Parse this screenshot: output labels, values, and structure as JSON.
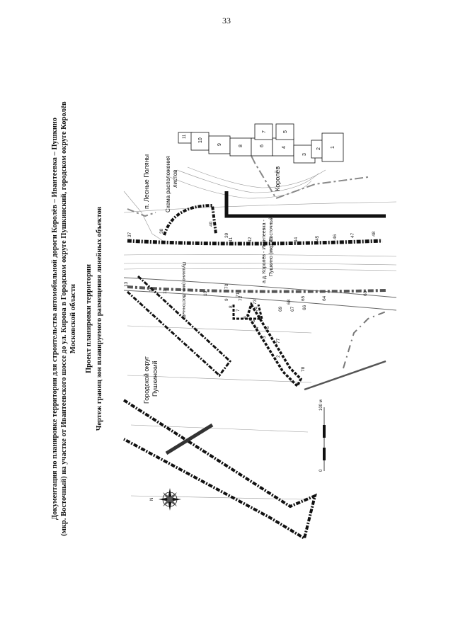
{
  "page_number": "33",
  "title_lines": [
    "Документация по планировке территории для строительства автомобильной дороги Королёв – Ивантеевка – Пушкино",
    "(мкр. Восточный) на участке от Ивантеевского шоссе до ул. Кирова в Городском округе Пушкинский, городском округе Королёв",
    "Московской области",
    "Проект планировки территории",
    "Чертеж границ зон планируемого размещения линейных объектов"
  ],
  "map_labels": {
    "settlement": "п. Лесные Поляны",
    "district_1": "Городской округ",
    "district_2": "Пушкинский",
    "city": "Королёв",
    "road_1": "а.д. Королёв - Ивантеевка -",
    "road_2": "Пушкино (мкр. Восточный)",
    "road_mirror": "Пушкино (мкр. Восточный)",
    "sheet_scheme_1": "Схема расположения",
    "sheet_scheme_2": "листов"
  },
  "sheet_numbers": [
    "1",
    "2",
    "3",
    "4",
    "5",
    "6",
    "7",
    "8",
    "9",
    "10",
    "11"
  ],
  "scale_bar": {
    "start": "0",
    "end": "100 м"
  },
  "compass_label": "N",
  "top_point_numbers": [
    "37",
    "38",
    "39",
    "40",
    "41",
    "42",
    "43",
    "44",
    "45",
    "46",
    "47",
    "48"
  ],
  "mid_point_numbers": [
    "13",
    "12",
    "11",
    "10",
    "9",
    "8",
    "7",
    "6",
    "5",
    "4",
    "3",
    "2",
    "1",
    "71",
    "70",
    "72",
    "73",
    "74",
    "75",
    "76",
    "77",
    "78",
    "69",
    "68",
    "67",
    "66",
    "65",
    "64",
    "63"
  ]
}
